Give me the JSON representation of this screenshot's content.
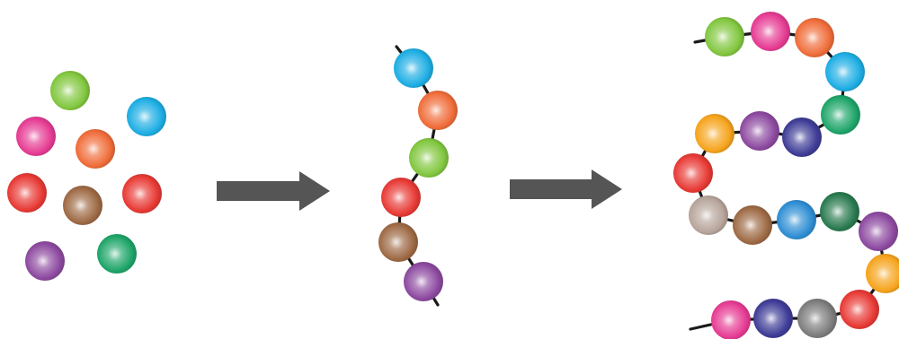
{
  "diagram": {
    "palette": {
      "green": "#82c740",
      "pink": "#e63c93",
      "cyan": "#1eaee4",
      "orange": "#f06d3a",
      "red": "#e83a35",
      "brown": "#9e6a45",
      "purple": "#8d4aa0",
      "emerald": "#1fa569",
      "yellow": "#f6a41d",
      "navy": "#3f3d97",
      "beige": "#b7a59b",
      "blue": "#2f8ed4",
      "darkgreen": "#2a7a50",
      "gray": "#7d7d7d",
      "arrow": "#555555",
      "bond": "#1a1a1a"
    },
    "stages": [
      {
        "name": "free-amino-acids",
        "connected": false,
        "beads": [
          "green",
          "pink",
          "cyan",
          "orange",
          "red",
          "brown",
          "red",
          "purple",
          "emerald"
        ]
      },
      {
        "name": "short-chain",
        "connected": true,
        "beads": [
          "cyan",
          "orange",
          "green",
          "red",
          "brown",
          "purple"
        ]
      },
      {
        "name": "long-chain",
        "connected": true,
        "beads": [
          "green",
          "pink",
          "orange",
          "cyan",
          "emerald",
          "navy",
          "purple",
          "yellow",
          "red",
          "beige",
          "brown",
          "blue",
          "darkgreen",
          "purple",
          "yellow",
          "red",
          "gray",
          "navy",
          "pink"
        ]
      }
    ],
    "arrows": [
      "arrow-1",
      "arrow-2"
    ]
  }
}
